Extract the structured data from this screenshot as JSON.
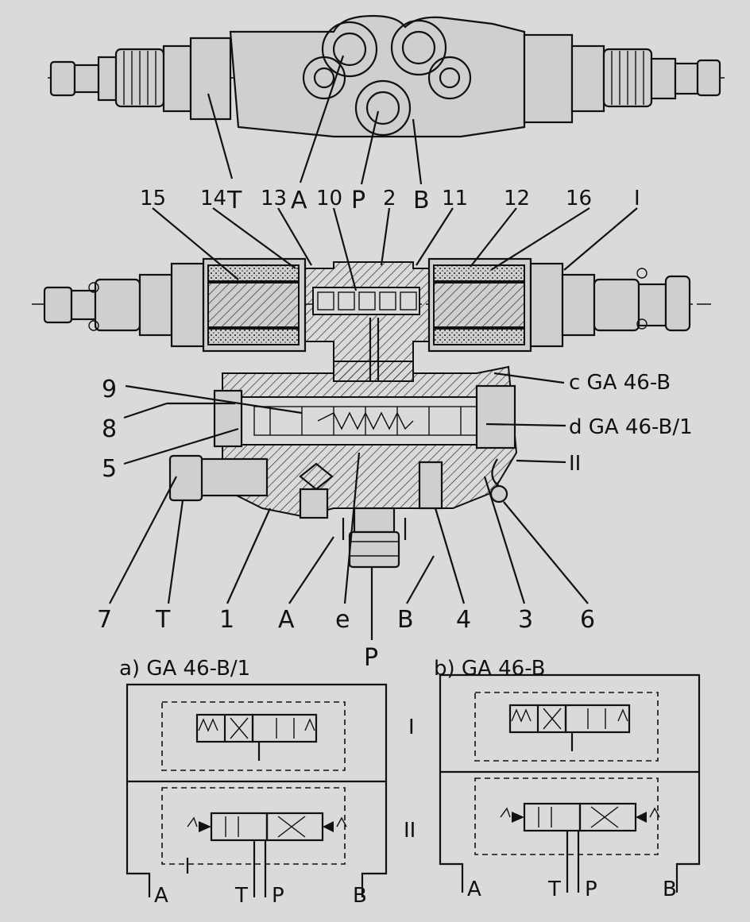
{
  "top_view_labels": {
    "t": "T",
    "a": "A",
    "p": "P",
    "b": "B"
  },
  "section_labels": {
    "n15": "15",
    "n14": "14",
    "n13": "13",
    "n10": "10",
    "n2": "2",
    "n11": "11",
    "n12": "12",
    "n16": "16",
    "roman1": "I",
    "n9": "9",
    "n8": "8",
    "n5": "5",
    "c_variant": "c GA 46-B",
    "d_variant": "d GA 46-B/1",
    "roman2": "II"
  },
  "bottom_labels": {
    "n7": "7",
    "t": "T",
    "n1": "1",
    "a": "A",
    "e": "e",
    "b": "B",
    "n4": "4",
    "n3": "3",
    "n6": "6",
    "p": "P"
  },
  "schematics": {
    "a": {
      "title": "a)  GA 46-B/1",
      "port_a": "A",
      "port_t": "T",
      "port_p": "P",
      "port_b": "B"
    },
    "b": {
      "title": "b)  GA 46-B",
      "port_a": "A",
      "port_t": "T",
      "port_p": "P",
      "port_b": "B"
    },
    "level_1": "I",
    "level_2": "II"
  }
}
